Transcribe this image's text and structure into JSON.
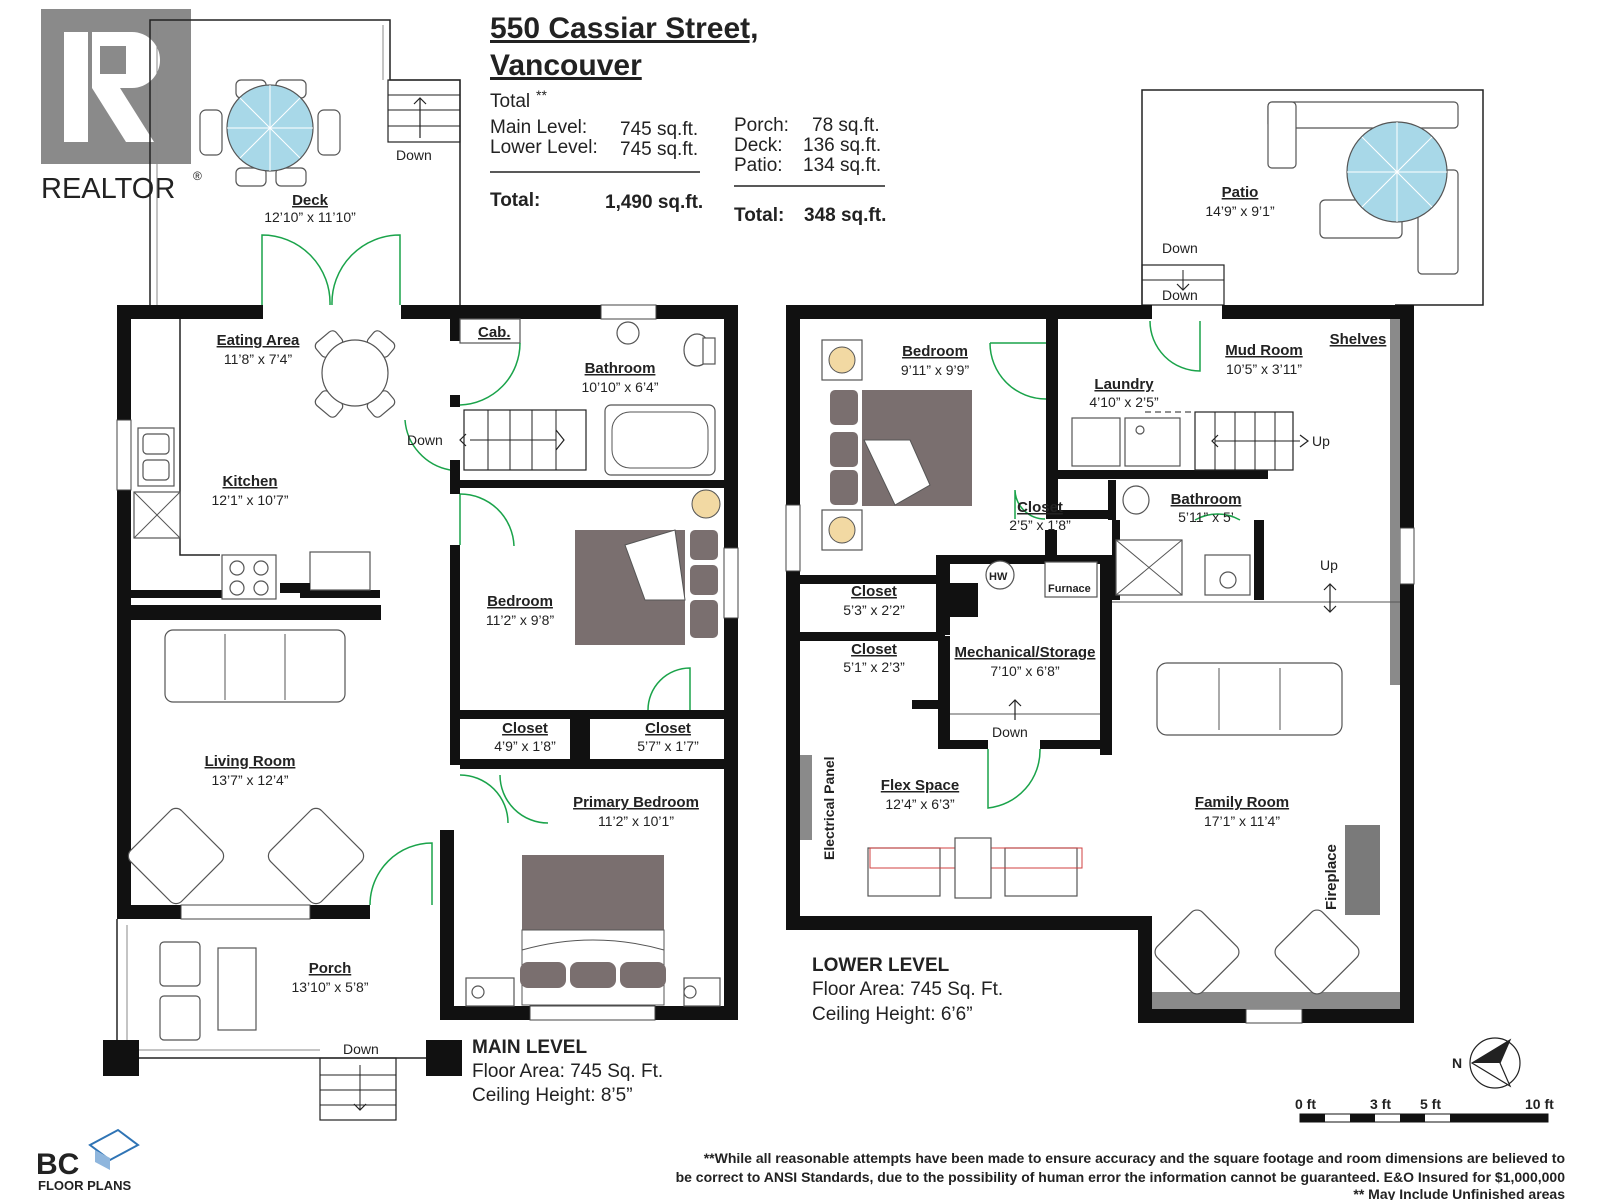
{
  "logo": {
    "realtor": "REALTOR",
    "reg_mark": "®",
    "bc": "BC",
    "bc_sub": "FLOOR PLANS"
  },
  "header": {
    "address_line1": "550 Cassiar Street,",
    "address_line2": "Vancouver",
    "total_label": "Total",
    "total_mark": "**",
    "left_rows": [
      {
        "label": "Main Level:",
        "value": "745 sq.ft."
      },
      {
        "label": "Lower Level:",
        "value": "745 sq.ft."
      }
    ],
    "left_total": {
      "label": "Total:",
      "value": "1,490 sq.ft."
    },
    "right_rows": [
      {
        "label": "Porch:",
        "value": "78 sq.ft."
      },
      {
        "label": "Deck:",
        "value": "136 sq.ft."
      },
      {
        "label": "Patio:",
        "value": "134 sq.ft."
      }
    ],
    "right_total": {
      "label": "Total:",
      "value": "348 sq.ft."
    }
  },
  "main_level": {
    "title": "MAIN LEVEL",
    "area": "Floor Area: 745 Sq. Ft.",
    "ceiling": "Ceiling Height: 8’5”",
    "rooms": {
      "deck": {
        "name": "Deck",
        "dim": "12’10” x 11’10”"
      },
      "eating": {
        "name": "Eating Area",
        "dim": "11’8” x 7’4”"
      },
      "cab": {
        "name": "Cab."
      },
      "bath": {
        "name": "Bathroom",
        "dim": "10’10” x 6’4”"
      },
      "kitchen": {
        "name": "Kitchen",
        "dim": "12’1” x 10’7”"
      },
      "bedroom": {
        "name": "Bedroom",
        "dim": "11’2” x 9’8”"
      },
      "living": {
        "name": "Living Room",
        "dim": "13’7” x 12’4”"
      },
      "closet1": {
        "name": "Closet",
        "dim": "4’9” x 1’8”"
      },
      "closet2": {
        "name": "Closet",
        "dim": "5’7” x 1’7”"
      },
      "primary": {
        "name": "Primary Bedroom",
        "dim": "11’2” x 10’1”"
      },
      "porch": {
        "name": "Porch",
        "dim": "13’10” x 5’8”"
      }
    },
    "labels": {
      "down_deck": "Down",
      "down_stair": "Down",
      "down_porch": "Down"
    }
  },
  "lower_level": {
    "title": "LOWER LEVEL",
    "area": "Floor Area: 745 Sq. Ft.",
    "ceiling": "Ceiling Height: 6’6”",
    "rooms": {
      "patio": {
        "name": "Patio",
        "dim": "14’9” x 9’1”"
      },
      "bedroom": {
        "name": "Bedroom",
        "dim": "9’11” x 9’9”"
      },
      "laundry": {
        "name": "Laundry",
        "dim": "4’10” x 2’5”"
      },
      "mud": {
        "name": "Mud Room",
        "dim": "10’5” x 3’11”"
      },
      "shelves": {
        "name": "Shelves"
      },
      "closet_b": {
        "name": "Closet",
        "dim": "2’5” x 1’8”"
      },
      "bath": {
        "name": "Bathroom",
        "dim": "5’11” x 5’"
      },
      "closet1": {
        "name": "Closet",
        "dim": "5’3” x 2’2”"
      },
      "closet2": {
        "name": "Closet",
        "dim": "5’1” x 2’3”"
      },
      "mech": {
        "name": "Mechanical/Storage",
        "dim": "7’10” x 6’8”"
      },
      "flex": {
        "name": "Flex Space",
        "dim": "12’4” x 6’3”"
      },
      "family": {
        "name": "Family Room",
        "dim": "17’1” x 11’4”"
      }
    },
    "labels": {
      "down1": "Down",
      "down2": "Down",
      "up1": "Up",
      "up2": "Up",
      "down3": "Down",
      "hw": "HW",
      "furnace": "Furnace",
      "electrical": "Electrical Panel",
      "fireplace": "Fireplace"
    }
  },
  "compass": {
    "north": "N"
  },
  "scale": {
    "labels": [
      "0 ft",
      "3 ft",
      "5 ft",
      "10 ft"
    ]
  },
  "disclaimer": {
    "line1": "**While all reasonable attempts have been made to ensure accuracy and the square footage and room dimensions are believed to",
    "line2": "be correct to ANSI Standards, due to the possibility of human error the information cannot be guaranteed. E&O Insured for $1,000,000",
    "line3": "** May Include Unfinished areas"
  },
  "colors": {
    "wall": "#111111",
    "door": "#1aa34a",
    "table": "#a8d8e8",
    "bed": "#7a6f6f",
    "frame": "#888888"
  }
}
